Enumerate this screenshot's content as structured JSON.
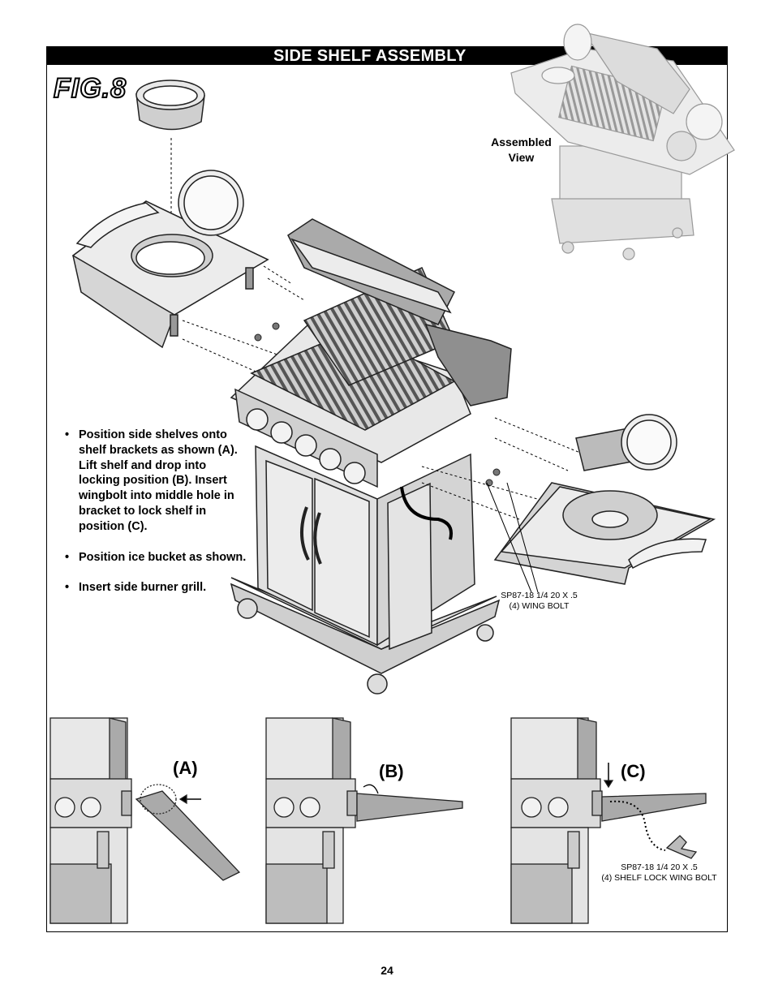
{
  "header": {
    "title": "SIDE SHELF ASSEMBLY",
    "figure_label": "FIG.8"
  },
  "assembled_view": {
    "line1": "Assembled",
    "line2": "View"
  },
  "instructions": [
    "Position side shelves onto shelf brackets as shown (A). Lift shelf and drop into locking position (B). Insert wingbolt into middle hole in bracket to lock shelf in position (C).",
    "Position ice bucket as shown.",
    "Insert side burner grill."
  ],
  "callouts": {
    "wing_bolt": {
      "line1": "SP87-18 1/4 20 X .5",
      "line2": "(4) WING BOLT"
    },
    "shelf_lock_wing_bolt": {
      "line1": "SP87-18 1/4 20 X .5",
      "line2": "(4) SHELF LOCK WING BOLT"
    }
  },
  "steps": {
    "a": "(A)",
    "b": "(B)",
    "c": "(C)"
  },
  "page_number": "24"
}
